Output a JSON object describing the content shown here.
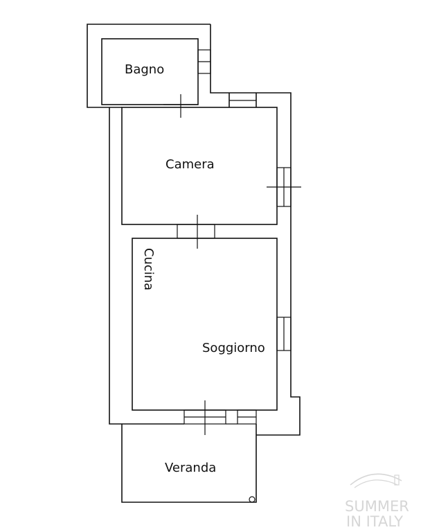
{
  "floorplan": {
    "rooms": {
      "bagno": "Bagno",
      "camera": "Camera",
      "cucina": "Cucina",
      "soggiorno": "Soggiorno",
      "veranda": "Veranda"
    }
  },
  "watermark": {
    "line1": "SUMMER",
    "line2": "IN ITALY"
  },
  "colors": {
    "line": "#111111",
    "background": "#ffffff",
    "watermark": "#d6d6d6"
  }
}
